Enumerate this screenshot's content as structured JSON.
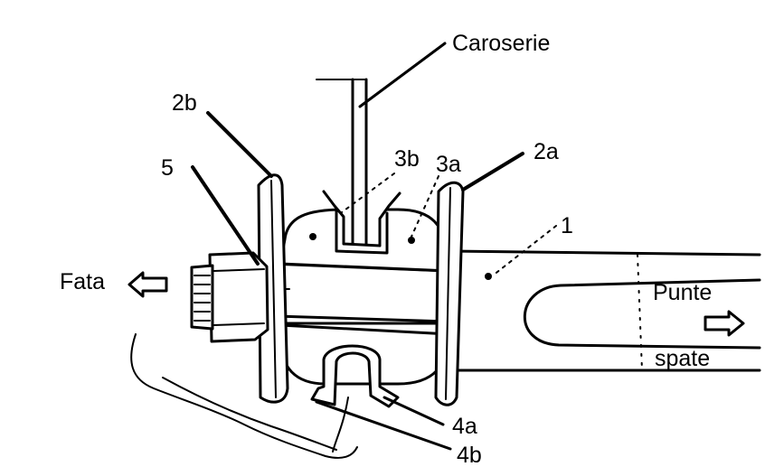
{
  "labels": {
    "caroserie": "Caroserie",
    "l2b": "2b",
    "l5": "5",
    "l3b": "3b",
    "l3a": "3a",
    "l2a": "2a",
    "l1": "1",
    "fata": "Fata",
    "punte": "Punte",
    "spate": "spate",
    "l4a": "4a",
    "l4b": "4b"
  }
}
